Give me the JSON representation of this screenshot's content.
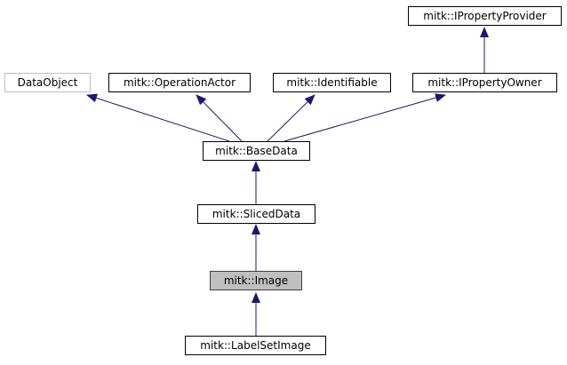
{
  "nodes": {
    "iproperty_provider": "mitk::IPropertyProvider",
    "data_object": "DataObject",
    "operation_actor": "mitk::OperationActor",
    "identifiable": "mitk::Identifiable",
    "iproperty_owner": "mitk::IPropertyOwner",
    "base_data": "mitk::BaseData",
    "sliced_data": "mitk::SlicedData",
    "image": "mitk::Image",
    "label_set_image": "mitk::LabelSetImage"
  },
  "colors": {
    "edge": "#191970",
    "current_fill": "#bfbfbf",
    "external_border": "#bfbfbf",
    "node_border": "#000000"
  }
}
